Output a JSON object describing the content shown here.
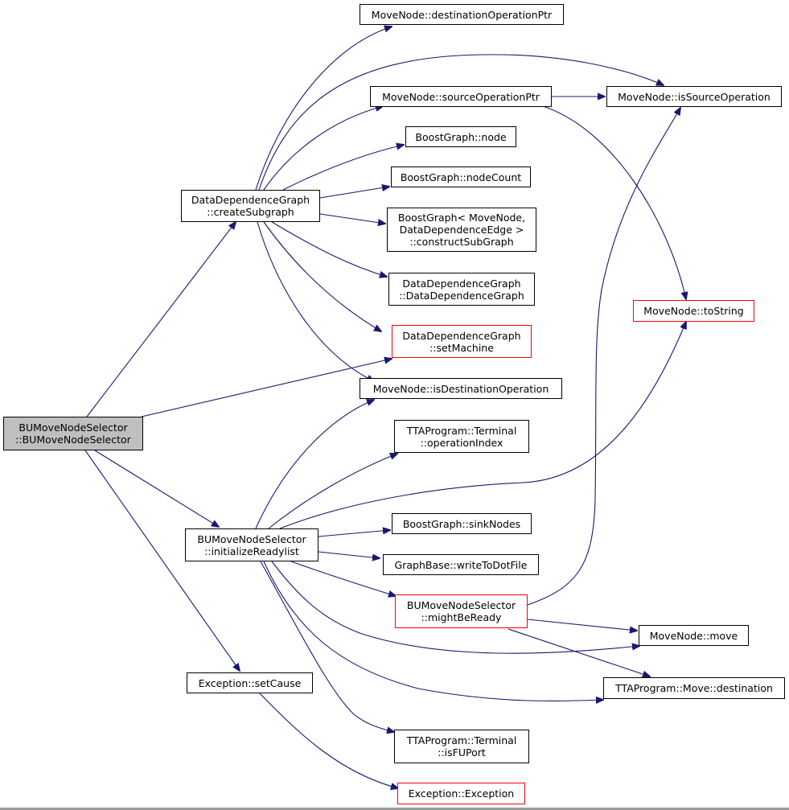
{
  "colors": {
    "edge": "#191970",
    "border": "#000000",
    "red_border": "#ff0000",
    "root_fill": "#bfbfbf"
  },
  "nodes": {
    "root": [
      "BUMoveNodeSelector",
      "::BUMoveNodeSelector"
    ],
    "createSubgraph": [
      "DataDependenceGraph",
      "::createSubgraph"
    ],
    "initializeReadylist": [
      "BUMoveNodeSelector",
      "::initializeReadylist"
    ],
    "setCause": [
      "Exception::setCause"
    ],
    "destinationOperationPtr": [
      "MoveNode::destinationOperationPtr"
    ],
    "sourceOperationPtr": [
      "MoveNode::sourceOperationPtr"
    ],
    "isSourceOperation": [
      "MoveNode::isSourceOperation"
    ],
    "bgNode": [
      "BoostGraph::node"
    ],
    "nodeCount": [
      "BoostGraph::nodeCount"
    ],
    "constructSubGraph": [
      "BoostGraph< MoveNode,",
      "DataDependenceEdge >",
      "::constructSubGraph"
    ],
    "ddgCtor": [
      "DataDependenceGraph",
      "::DataDependenceGraph"
    ],
    "setMachine": [
      "DataDependenceGraph",
      "::setMachine"
    ],
    "toString": [
      "MoveNode::toString"
    ],
    "isDestinationOperation": [
      "MoveNode::isDestinationOperation"
    ],
    "operationIndex": [
      "TTAProgram::Terminal",
      "::operationIndex"
    ],
    "sinkNodes": [
      "BoostGraph::sinkNodes"
    ],
    "writeToDotFile": [
      "GraphBase::writeToDotFile"
    ],
    "mightBeReady": [
      "BUMoveNodeSelector",
      "::mightBeReady"
    ],
    "move": [
      "MoveNode::move"
    ],
    "destination": [
      "TTAProgram::Move::destination"
    ],
    "isFUPort": [
      "TTAProgram::Terminal",
      "::isFUPort"
    ],
    "exceptionCtor": [
      "Exception::Exception"
    ]
  }
}
